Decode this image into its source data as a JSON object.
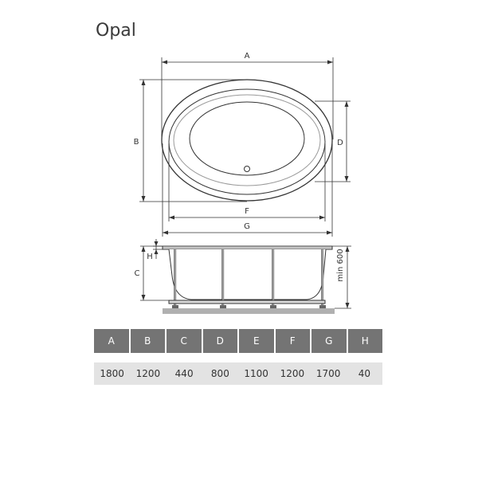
{
  "title": "Opal",
  "dimension_labels": {
    "A": "A",
    "B": "B",
    "C": "C",
    "D": "D",
    "F": "F",
    "G": "G",
    "H": "H",
    "min": "min 600"
  },
  "table": {
    "headers": [
      "A",
      "B",
      "C",
      "D",
      "E",
      "F",
      "G",
      "H"
    ],
    "values": [
      "1800",
      "1200",
      "440",
      "800",
      "1100",
      "1200",
      "1700",
      "40"
    ]
  },
  "colors": {
    "line": "#333333",
    "header_bg": "#747474",
    "values_bg": "#e3e3e3",
    "floor": "#b0b0b0"
  }
}
